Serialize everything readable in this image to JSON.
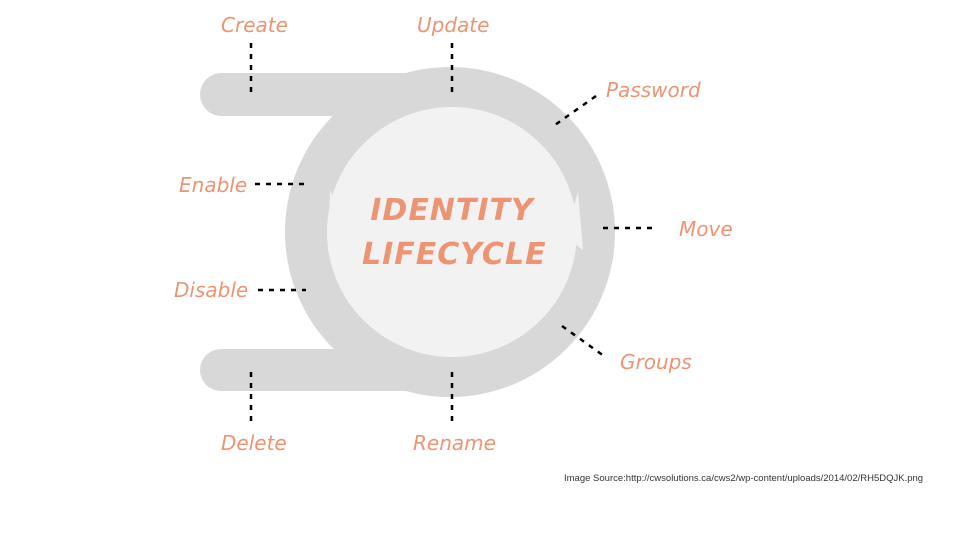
{
  "diagram": {
    "title_line1": "IDENTITY",
    "title_line2": "LIFECYCLE",
    "labels": {
      "create": "Create",
      "update": "Update",
      "password": "Password",
      "enable": "Enable",
      "move": "Move",
      "disable": "Disable",
      "groups": "Groups",
      "delete": "Delete",
      "rename": "Rename"
    }
  },
  "footer": {
    "source": "Image Source:http://cwsolutions.ca/cws2/wp-content/uploads/2014/02/RH5DQJK.png"
  },
  "colors": {
    "accent": "#ED9473",
    "ring": "#D8D8D8",
    "ring_inner": "#F2F2F2",
    "leader": "#000000"
  }
}
